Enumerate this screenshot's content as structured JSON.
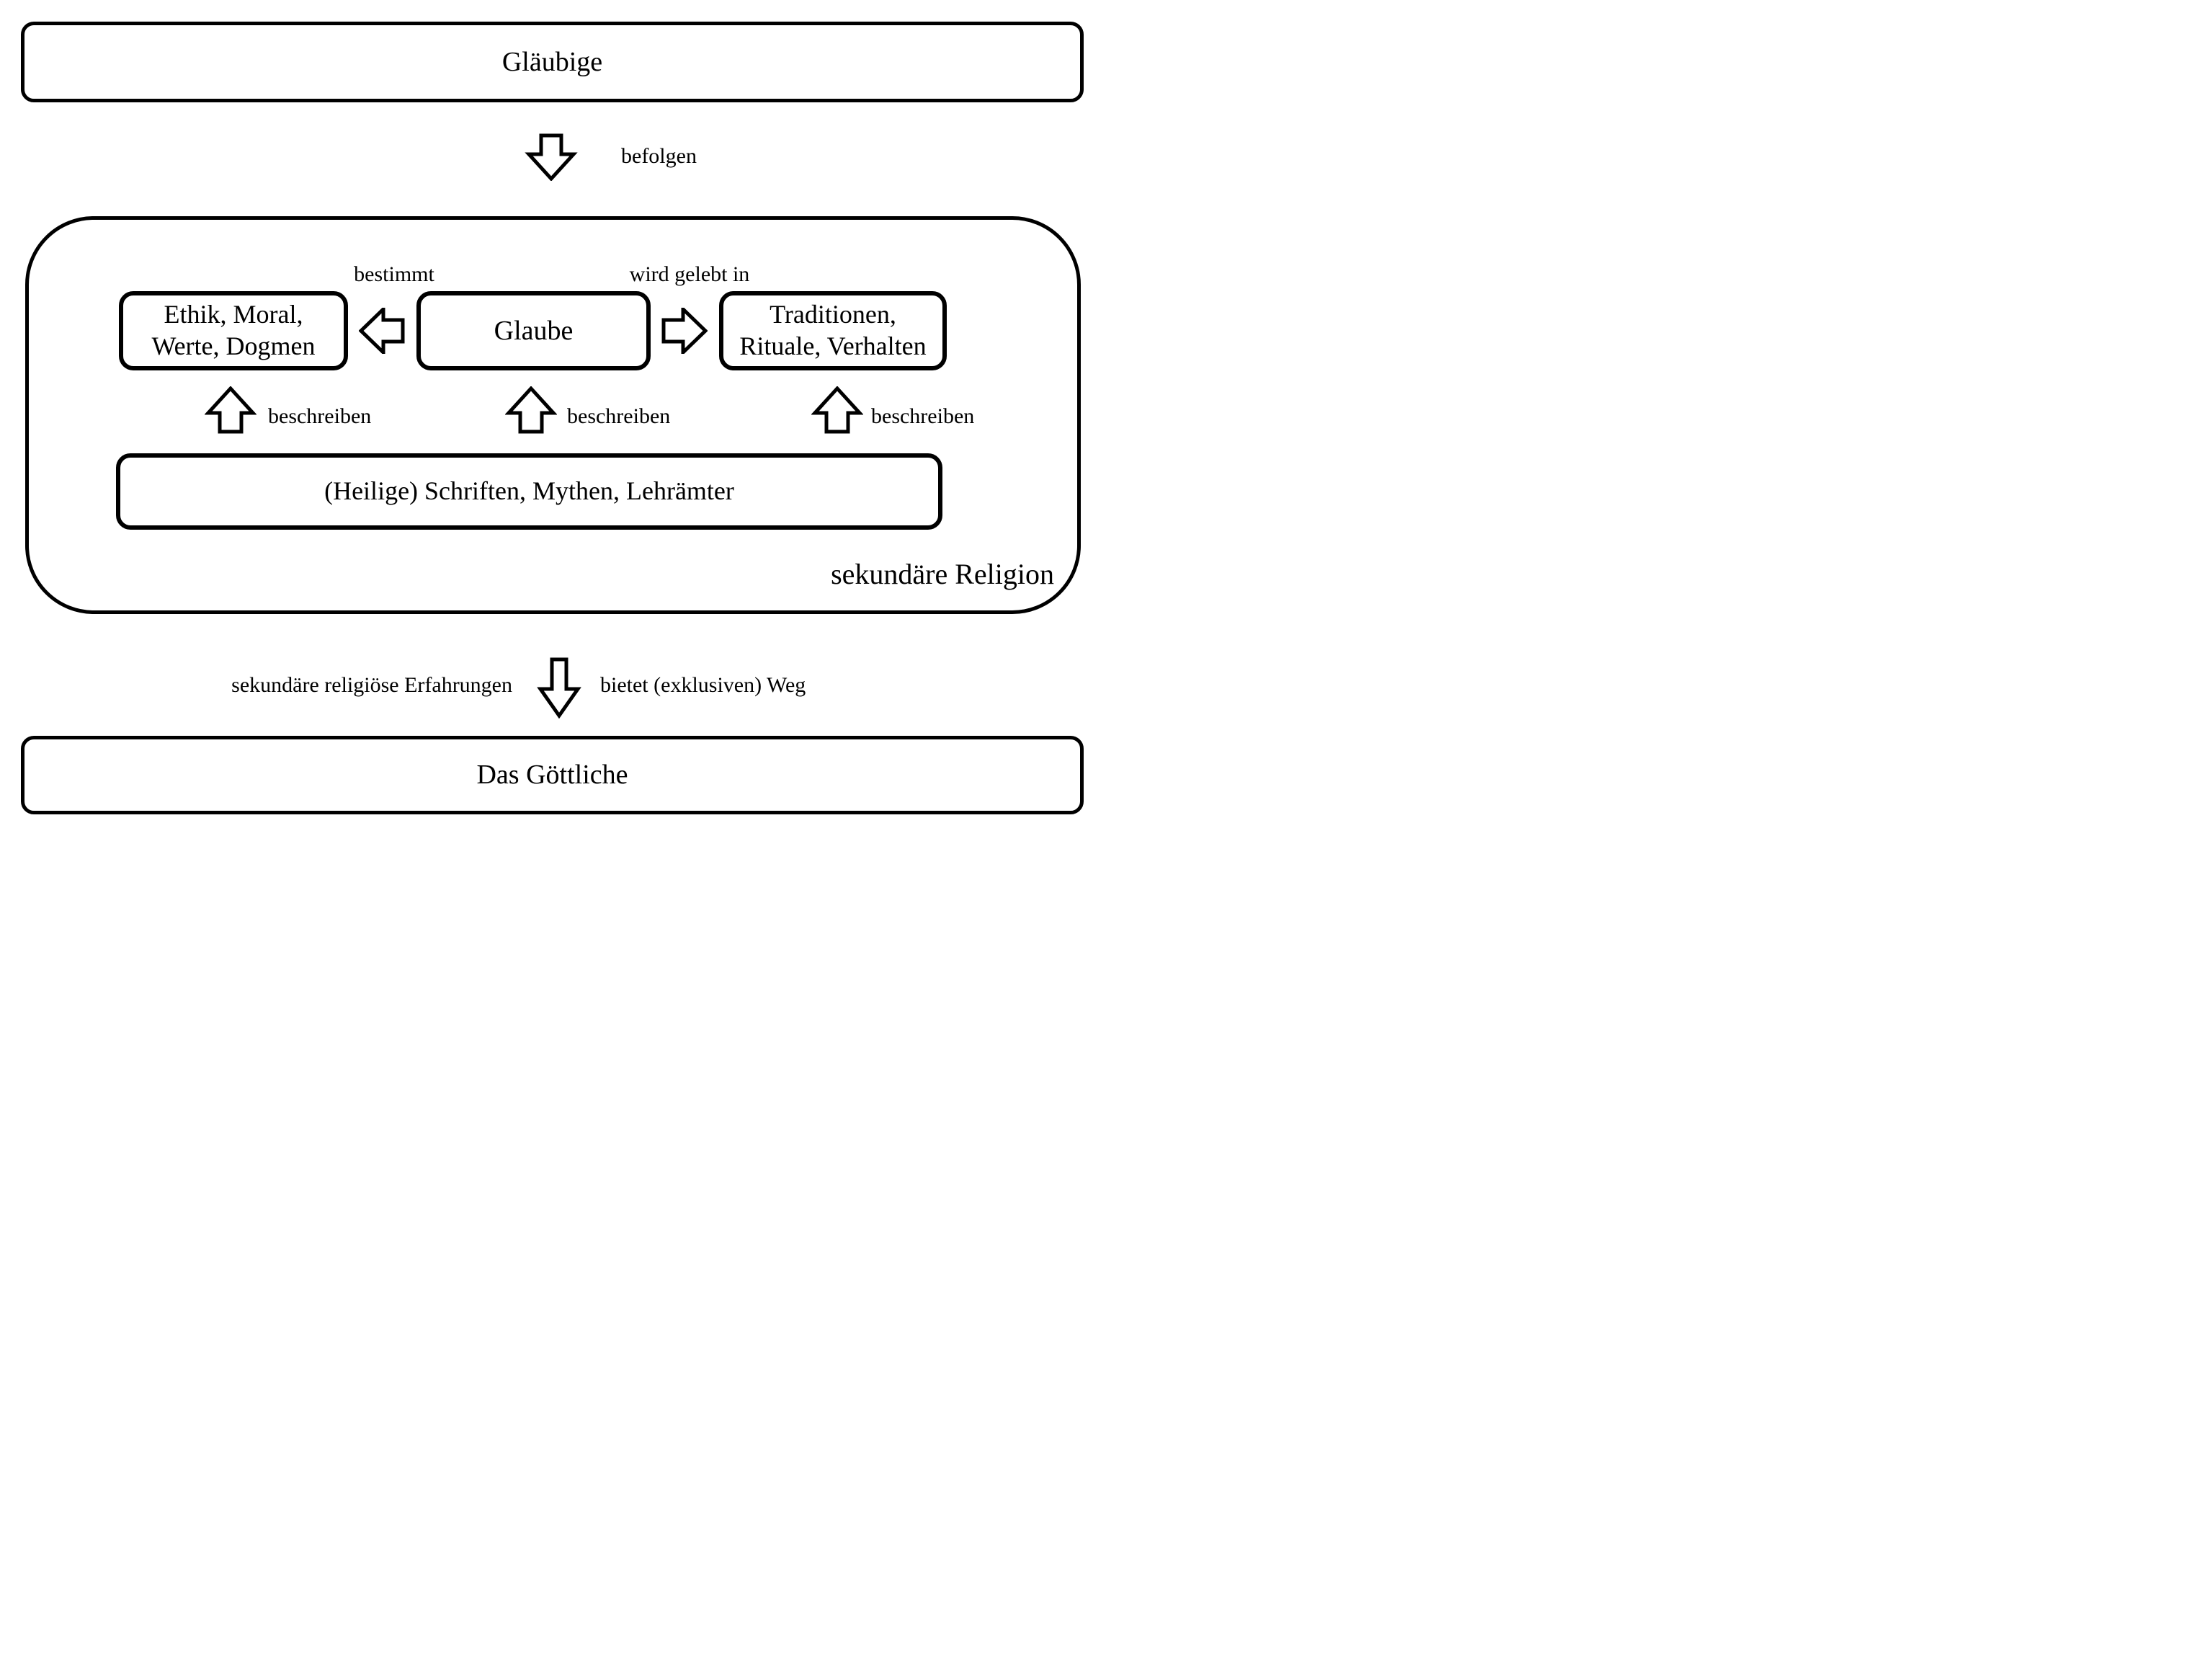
{
  "diagram": {
    "colors": {
      "stroke": "#000000",
      "background": "#ffffff"
    },
    "top_box": {
      "label": "Gläubige"
    },
    "befolgen_arrow": {
      "label": "befolgen",
      "direction": "down"
    },
    "container": {
      "label": "sekundäre Religion",
      "bestimmt_label": "bestimmt",
      "wird_gelebt_in_label": "wird gelebt in",
      "box_ethik": {
        "line1": "Ethik, Moral,",
        "line2": "Werte, Dogmen"
      },
      "box_glaube": {
        "label": "Glaube"
      },
      "box_traditionen": {
        "line1": "Traditionen,",
        "line2": "Rituale, Verhalten"
      },
      "beschreiben_labels": [
        "beschreiben",
        "beschreiben",
        "beschreiben"
      ],
      "box_schriften": {
        "label": "(Heilige) Schriften, Mythen, Lehrämter"
      }
    },
    "bottom_arrow": {
      "left_label": "sekundäre religiöse Erfahrungen",
      "right_label": "bietet (exklusiven) Weg",
      "direction": "down"
    },
    "bottom_box": {
      "label": "Das Göttliche"
    }
  }
}
